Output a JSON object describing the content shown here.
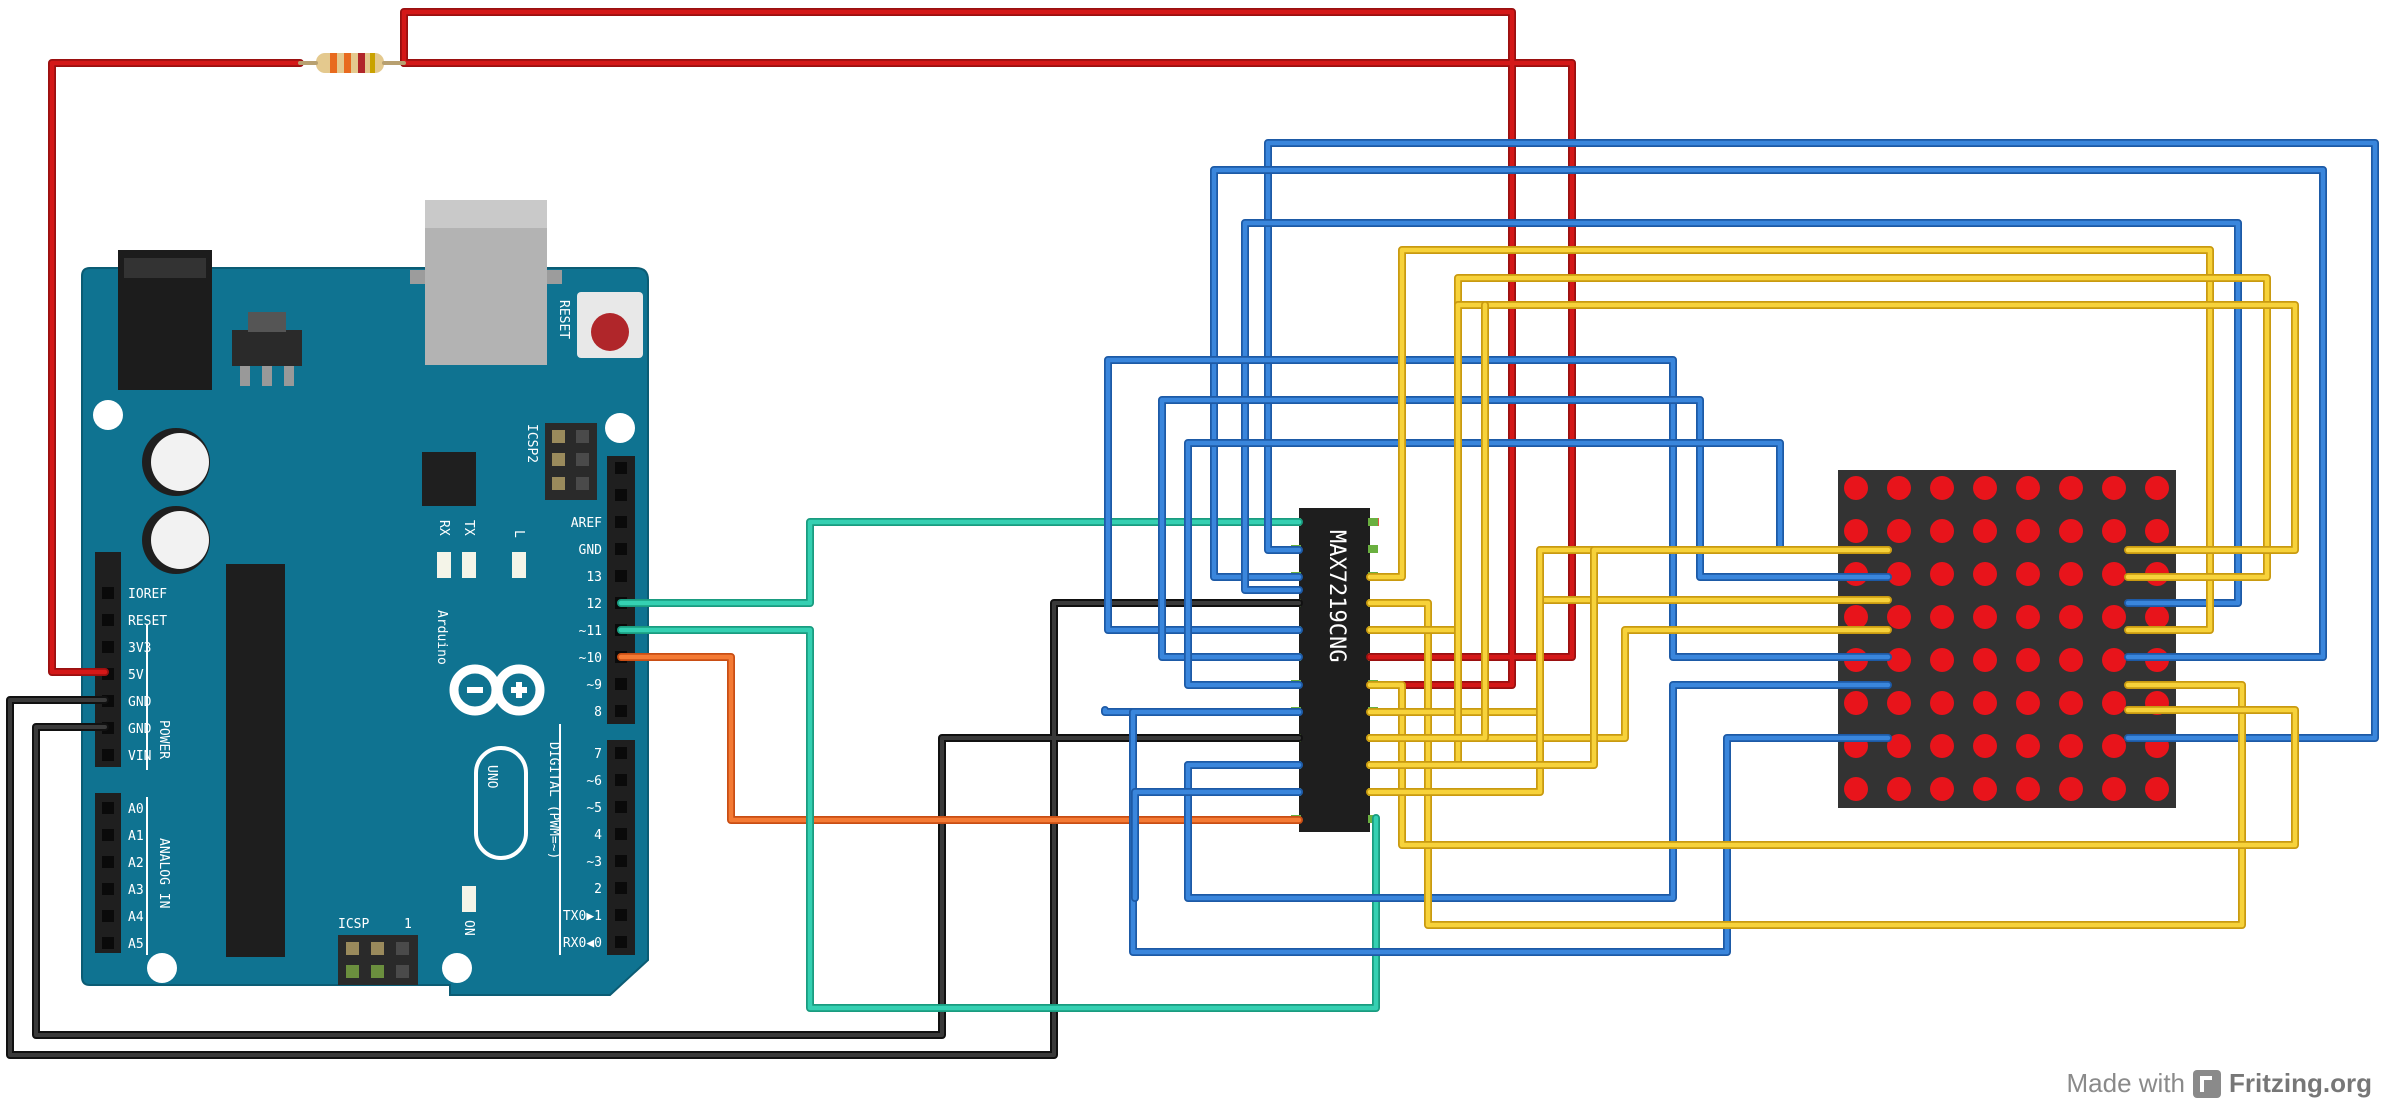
{
  "arduino": {
    "brand": "Arduino",
    "model": "UNO",
    "reset_label": "RESET",
    "icsp2_label": "ICSP2",
    "icsp_label": "ICSP",
    "icsp_pin1": "1",
    "on_label": "ON",
    "rx_label": "RX",
    "tx_label": "TX",
    "l_label": "L",
    "power_group_label": "POWER",
    "analog_group_label": "ANALOG IN",
    "digital_group_label": "DIGITAL (PWM=~)",
    "power_pins": [
      "IOREF",
      "RESET",
      "3V3",
      "5V",
      "GND",
      "GND",
      "VIN"
    ],
    "analog_pins": [
      "A0",
      "A1",
      "A2",
      "A3",
      "A4",
      "A5"
    ],
    "digital_pins_top": [
      "AREF",
      "GND",
      "13",
      "12",
      "~11",
      "~10",
      "~9",
      "8"
    ],
    "digital_pins_bottom": [
      "7",
      "~6",
      "~5",
      "4",
      "~3",
      "2",
      "TX0▶1",
      "RX0◀0"
    ]
  },
  "chip": {
    "label": "MAX7219CNG"
  },
  "led_matrix": {
    "rows": 8,
    "cols": 8,
    "led_color": "#e8141b",
    "body_color": "#333333"
  },
  "colors": {
    "board": "#0f7391",
    "wire_red": "#c81414",
    "wire_blue": "#2f78d0",
    "wire_yellow": "#f5c828",
    "wire_teal": "#2cc0a0",
    "wire_black": "#222222",
    "wire_orange": "#f06a28"
  },
  "watermark": {
    "prefix": "Made with",
    "brand": "Fritzing.org"
  }
}
